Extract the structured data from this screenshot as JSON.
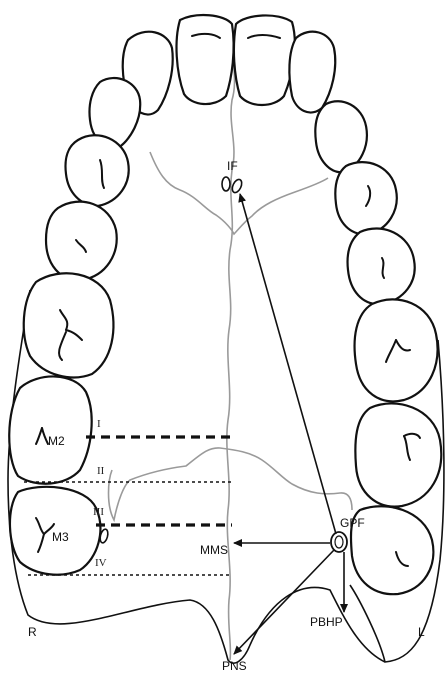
{
  "labels": {
    "if": "IF",
    "gpf": "GPF",
    "mms": "MMS",
    "pns": "PNS",
    "pbhp": "PBHP",
    "right": "R",
    "left": "L",
    "m2": "M2",
    "m3": "M3"
  },
  "levels": {
    "I": "I",
    "II": "II",
    "III": "III",
    "IV": "IV"
  },
  "colors": {
    "ink": "#111111",
    "suture": "#9a9a9a",
    "background": "#ffffff"
  }
}
